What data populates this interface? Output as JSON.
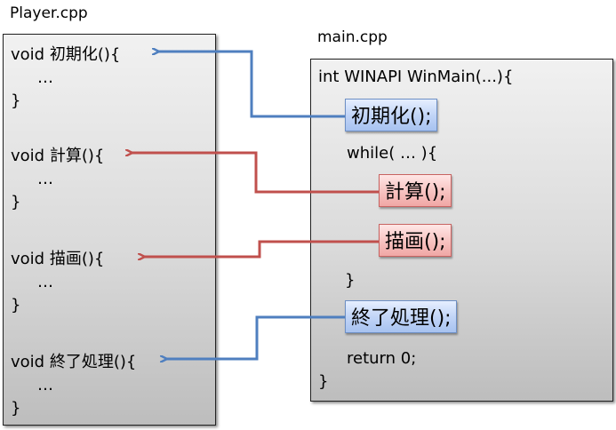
{
  "player_file": {
    "label": "Player.cpp",
    "functions": [
      {
        "signature": "void 初期化(){",
        "body": "…",
        "close": "}"
      },
      {
        "signature": "void 計算(){",
        "body": "…",
        "close": "}"
      },
      {
        "signature": "void 描画(){",
        "body": "…",
        "close": "}"
      },
      {
        "signature": "void 終了処理(){",
        "body": "…",
        "close": "}"
      }
    ]
  },
  "main_file": {
    "label": "main.cpp",
    "lines": {
      "header": "int WINAPI WinMain(...){",
      "while": "while( … ){",
      "while_close": "}",
      "return": "return 0;",
      "close": "}"
    },
    "calls": [
      {
        "text": "初期化();",
        "color": "blue"
      },
      {
        "text": "計算();",
        "color": "red"
      },
      {
        "text": "描画();",
        "color": "red"
      },
      {
        "text": "終了処理();",
        "color": "blue"
      }
    ]
  },
  "colors": {
    "blue_arrow": "#4f7fbf",
    "red_arrow": "#c0504d"
  }
}
